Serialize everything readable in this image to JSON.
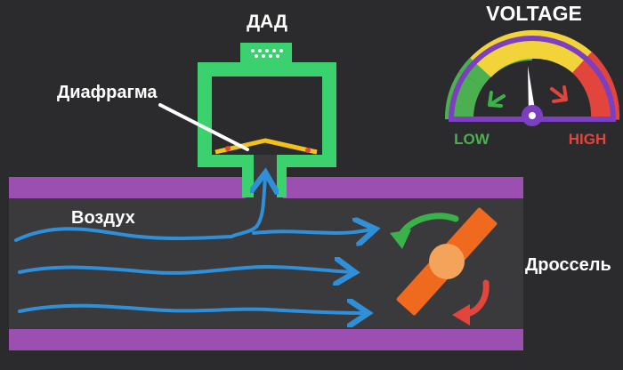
{
  "sensor": {
    "label": "ДАД"
  },
  "diaphragm": {
    "label": "Диафрагма"
  },
  "air": {
    "label": "Воздух"
  },
  "throttle": {
    "label": "Дроссель"
  },
  "gauge": {
    "title": "VOLTAGE",
    "low_label": "LOW",
    "high_label": "HIGH"
  },
  "colors": {
    "background": "#2b2b2d",
    "pipe_wall": "#9b4fb0",
    "sensor_body": "#3bd16f",
    "diaphragm": "#f2c21b",
    "airflow": "#2f8fd8",
    "throttle_plate": "#ef6a1f",
    "throttle_hub": "#f4a35a",
    "gauge_low": "#4caf50",
    "gauge_mid": "#f2d33a",
    "gauge_high": "#e2453c",
    "gauge_ring": "#7b3fc0"
  }
}
